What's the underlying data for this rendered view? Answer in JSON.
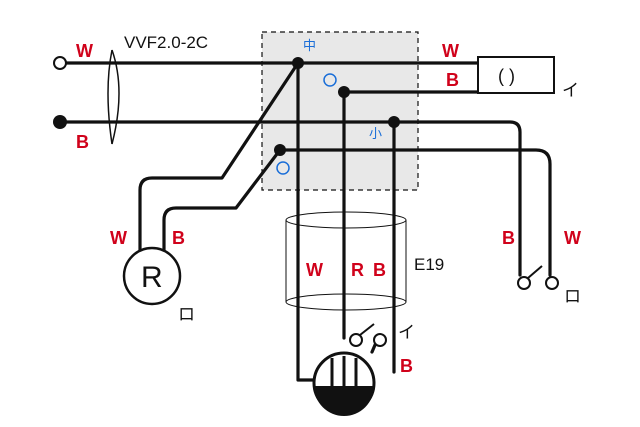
{
  "cable_label": "VVF2.0-2C",
  "conduit_label": "E19",
  "box_terminals": {
    "neutral": "中",
    "small": "小"
  },
  "wire_labels": {
    "top_w": "W",
    "top_b": "B",
    "left_w": "W",
    "left_b": "B",
    "lamp_i_w": "W",
    "lamp_i_b": "B",
    "conduit_w": "W",
    "conduit_r": "R",
    "conduit_b": "B",
    "right_b": "B",
    "right_w": "W",
    "switch_i_b": "B"
  },
  "devices": {
    "indicator_symbol": "R",
    "indicator_name": "ロ",
    "lamp_i_symbol": "( )",
    "lamp_i_name": "イ",
    "switch_i_name": "イ",
    "switch_ro_name": "ロ"
  },
  "colors": {
    "wire_label": "#d0021b",
    "terminal_mark": "#1a6ed8",
    "box_fill": "#e8e8e8",
    "line": "#111111"
  }
}
